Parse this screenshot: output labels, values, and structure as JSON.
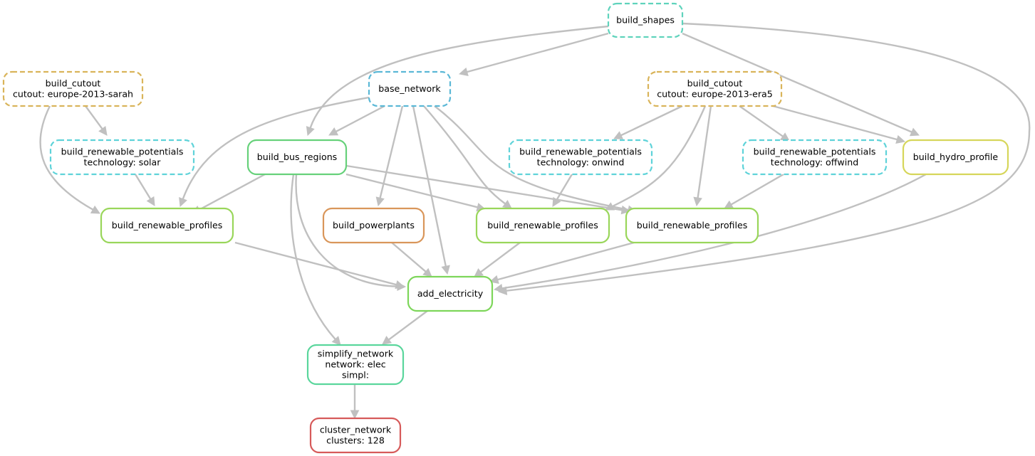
{
  "nodes": [
    {
      "id": "build_shapes",
      "lines": [
        "build_shapes"
      ],
      "color": "#5fd3bc",
      "dashed": true
    },
    {
      "id": "build_cutout_sarah",
      "lines": [
        "build_cutout",
        "cutout: europe-2013-sarah"
      ],
      "color": "#d9b45a",
      "dashed": true
    },
    {
      "id": "base_network",
      "lines": [
        "base_network"
      ],
      "color": "#5bb8d6",
      "dashed": true
    },
    {
      "id": "build_cutout_era5",
      "lines": [
        "build_cutout",
        "cutout: europe-2013-era5"
      ],
      "color": "#d9b45a",
      "dashed": true
    },
    {
      "id": "brp_solar",
      "lines": [
        "build_renewable_potentials",
        "technology: solar"
      ],
      "color": "#5fd3d9",
      "dashed": true
    },
    {
      "id": "build_bus_regions",
      "lines": [
        "build_bus_regions"
      ],
      "color": "#66d17a",
      "dashed": false
    },
    {
      "id": "brp_onwind",
      "lines": [
        "build_renewable_potentials",
        "technology: onwind"
      ],
      "color": "#5fd3d9",
      "dashed": true
    },
    {
      "id": "brp_offwind",
      "lines": [
        "build_renewable_potentials",
        "technology: offwind"
      ],
      "color": "#5fd3d9",
      "dashed": true
    },
    {
      "id": "build_hydro_profile",
      "lines": [
        "build_hydro_profile"
      ],
      "color": "#d6d65a",
      "dashed": false
    },
    {
      "id": "brprof_1",
      "lines": [
        "build_renewable_profiles"
      ],
      "color": "#99d65a",
      "dashed": false
    },
    {
      "id": "build_powerplants",
      "lines": [
        "build_powerplants"
      ],
      "color": "#d9965a",
      "dashed": false
    },
    {
      "id": "brprof_2",
      "lines": [
        "build_renewable_profiles"
      ],
      "color": "#99d65a",
      "dashed": false
    },
    {
      "id": "brprof_3",
      "lines": [
        "build_renewable_profiles"
      ],
      "color": "#99d65a",
      "dashed": false
    },
    {
      "id": "add_electricity",
      "lines": [
        "add_electricity"
      ],
      "color": "#7dd65a",
      "dashed": false
    },
    {
      "id": "simplify_network",
      "lines": [
        "simplify_network",
        "network: elec",
        "simpl:"
      ],
      "color": "#5ad69c",
      "dashed": false
    },
    {
      "id": "cluster_network",
      "lines": [
        "cluster_network",
        "clusters: 128"
      ],
      "color": "#d65a5a",
      "dashed": false
    }
  ],
  "edges": [
    [
      "build_shapes",
      "base_network"
    ],
    [
      "build_shapes",
      "build_bus_regions"
    ],
    [
      "build_shapes",
      "build_hydro_profile"
    ],
    [
      "build_shapes",
      "add_electricity"
    ],
    [
      "build_cutout_sarah",
      "brp_solar"
    ],
    [
      "build_cutout_sarah",
      "brprof_1"
    ],
    [
      "base_network",
      "build_bus_regions"
    ],
    [
      "base_network",
      "brprof_1"
    ],
    [
      "base_network",
      "build_powerplants"
    ],
    [
      "base_network",
      "add_electricity"
    ],
    [
      "base_network",
      "brprof_2"
    ],
    [
      "base_network",
      "brprof_3"
    ],
    [
      "build_cutout_era5",
      "brp_onwind"
    ],
    [
      "build_cutout_era5",
      "brp_offwind"
    ],
    [
      "build_cutout_era5",
      "build_hydro_profile"
    ],
    [
      "build_cutout_era5",
      "brprof_2"
    ],
    [
      "build_cutout_era5",
      "brprof_3"
    ],
    [
      "brp_solar",
      "brprof_1"
    ],
    [
      "brp_onwind",
      "brprof_2"
    ],
    [
      "brp_offwind",
      "brprof_3"
    ],
    [
      "build_bus_regions",
      "brprof_1"
    ],
    [
      "build_bus_regions",
      "brprof_2"
    ],
    [
      "build_bus_regions",
      "brprof_3"
    ],
    [
      "build_bus_regions",
      "add_electricity"
    ],
    [
      "build_bus_regions",
      "simplify_network"
    ],
    [
      "brprof_1",
      "add_electricity"
    ],
    [
      "build_powerplants",
      "add_electricity"
    ],
    [
      "brprof_2",
      "add_electricity"
    ],
    [
      "brprof_3",
      "add_electricity"
    ],
    [
      "build_hydro_profile",
      "add_electricity"
    ],
    [
      "add_electricity",
      "simplify_network"
    ],
    [
      "simplify_network",
      "cluster_network"
    ]
  ]
}
